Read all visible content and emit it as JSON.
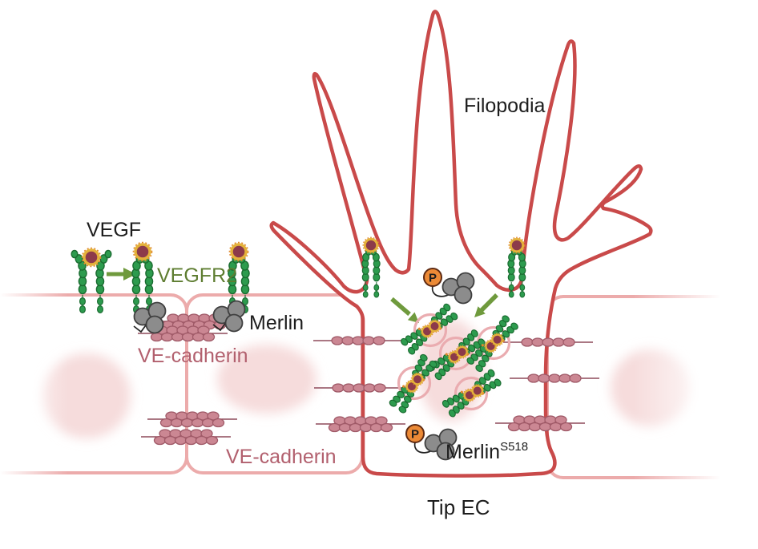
{
  "labels": {
    "vegf": "VEGF",
    "vegfr2": "VEGFR2",
    "merlin": "Merlin",
    "ve_cadherin_top": "VE-cadherin",
    "ve_cadherin_bottom": "VE-cadherin",
    "filopodia": "Filopodia",
    "merlin_s518": {
      "base": "Merlin",
      "sup": "S518"
    },
    "tip_ec": "Tip EC",
    "phospho": "P"
  },
  "icons": {
    "vegf_ligand": "maroon-ball-gold-ring",
    "vegfr2_receptor": "green-bead-chain-pair",
    "merlin_complex": "three-gray-circles",
    "phospho_merlin": "gray-circles-with-orange-P",
    "ve_cadherin_junction": "rose-oval-row",
    "internalization_vesicle": "pink-circle",
    "signal_arrow": "olive-green-arrow"
  },
  "colors": {
    "background": "#ffffff",
    "tip_cell_red": "#c94a4a",
    "stalk_cell_pink": "#ecabab",
    "nucleus_pink": "#f6dcdc",
    "cadherin_fill": "#cb8793",
    "cadherin_stroke": "#a05a68",
    "cadherin_line": "#8e4a5a",
    "cadherin_text": "#b2606e",
    "receptor_green": "#2d9b4e",
    "receptor_green_dark": "#1a6b30",
    "vegfr2_text_green": "#5e7d31",
    "arrow_green": "#6f9a3d",
    "vegf_ball_maroon": "#8c3a4a",
    "vegf_ring_gold": "#e4b23a",
    "vegf_ring_dots_orange": "#e08a30",
    "merlin_gray": "#8c8c8c",
    "merlin_gray_stroke": "#3f3f3f",
    "phospho_orange": "#ec8a36",
    "phospho_stroke": "#5e2a12",
    "vesicle_pink": "#eaacb0",
    "label_black": "#1d1d1d"
  }
}
